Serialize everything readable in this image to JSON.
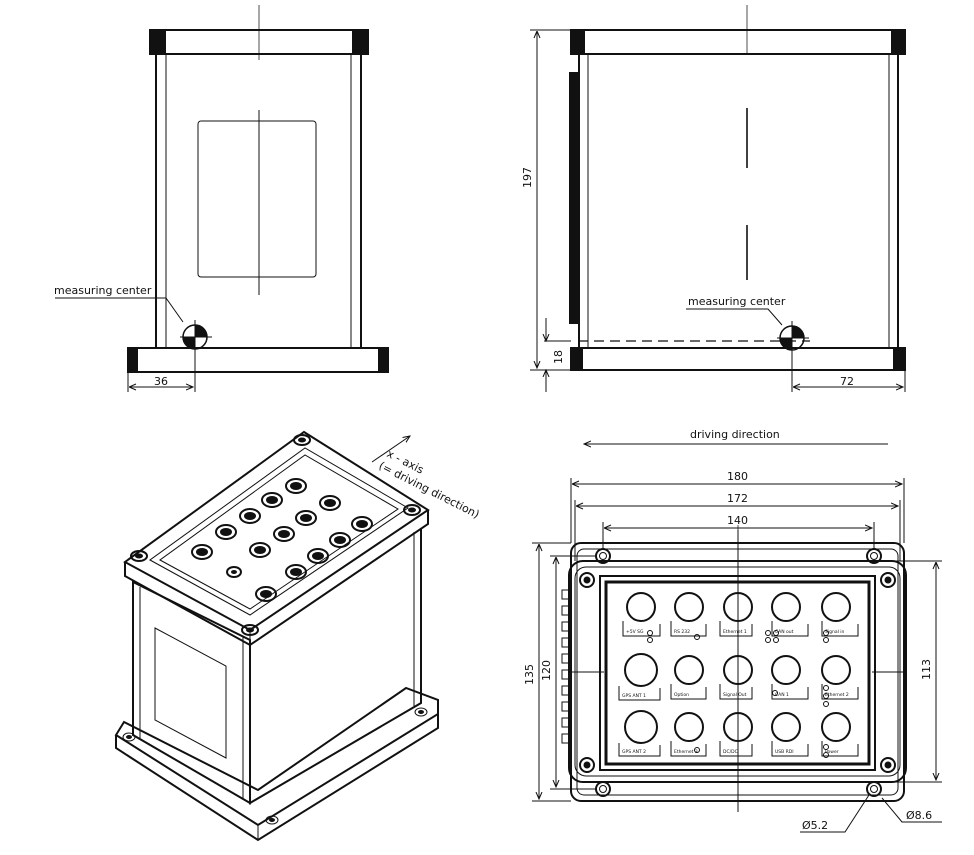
{
  "labels": {
    "measuring_center_left": "measuring center",
    "measuring_center_right": "measuring center",
    "x_axis_line1": "x - axis",
    "x_axis_line2": "(= driving direction)",
    "driving_direction": "driving direction"
  },
  "dimensions": {
    "front_offset": "36",
    "side_height": "197",
    "side_base": "18",
    "side_offset": "72",
    "top_width_outer": "180",
    "top_width_mid": "172",
    "top_hole_spacing": "140",
    "top_height_outer": "135",
    "top_height_inner": "120",
    "top_height_right": "113",
    "hole_small": "Ø5.2",
    "hole_large": "Ø8.6"
  },
  "connector_labels": [
    "+5V SG",
    "RS 232",
    "Ethernet 1",
    "CAN out",
    "Signal in",
    "CAN 1",
    "Ethernet 2",
    "Signal Out",
    "DC/DC",
    "GPS ANT 1",
    "Option",
    "USB RDI",
    "GPS ANT 2",
    "Ethernet 3",
    "Power"
  ]
}
